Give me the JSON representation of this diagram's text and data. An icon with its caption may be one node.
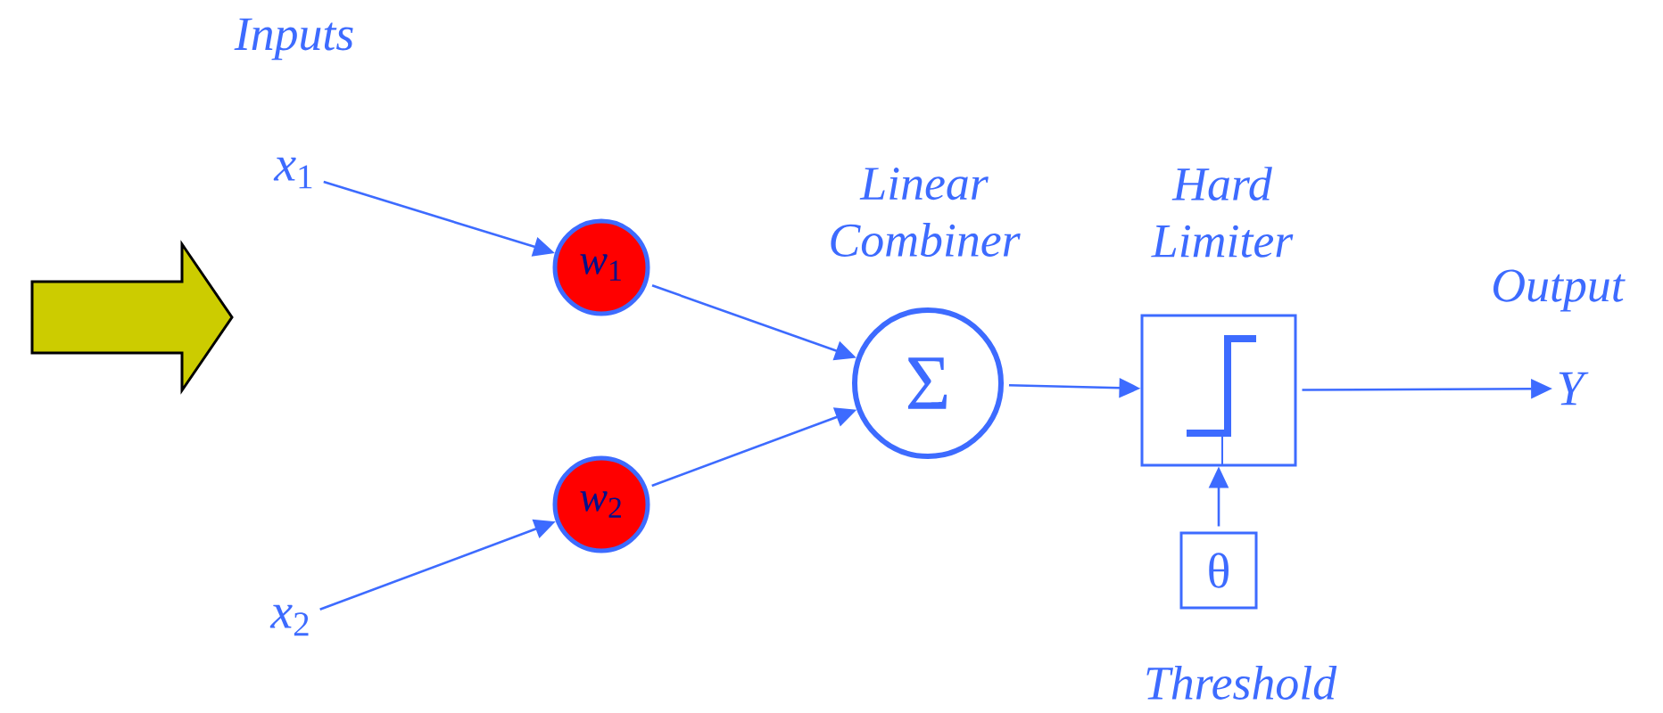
{
  "diagram": {
    "nodes": [
      {
        "text": [
          "*x*$_{1}$"
        ]
      },
      {
        "text": [
          "*x*$_{2}$"
        ]
      },
      {
        "text": [
          "*w*$_{1}$"
        ]
      },
      {
        "text": [
          "*w*$_{2}$"
        ]
      },
      {
        "text": [
          "Σ"
        ],
        "beside": [
          "Linear Combiner"
        ]
      },
      {
        "text": [],
        "shape": "box",
        "beside": [
          "Hard Limiter"
        ]
      },
      {
        "text": [
          "θ"
        ],
        "beside": [
          "Threshold"
        ]
      },
      {
        "text": [
          "Y"
        ],
        "beside": [
          "Output"
        ]
      }
    ],
    "edges": [
      {
        "from": 0,
        "to": 2,
        "arrow": "to"
      },
      {
        "from": 1,
        "to": 3,
        "arrow": "to"
      },
      {
        "from": 2,
        "to": 4,
        "arrow": "to"
      },
      {
        "from": 3,
        "to": 4,
        "arrow": "to"
      },
      {
        "from": 4,
        "to": 5,
        "arrow": "to"
      },
      {
        "from": 5,
        "to": 7,
        "arrow": "to"
      },
      {
        "from": 6,
        "to": 5,
        "arrow": "to"
      }
    ],
    "labels": [
      "Inputs"
    ]
  }
}
